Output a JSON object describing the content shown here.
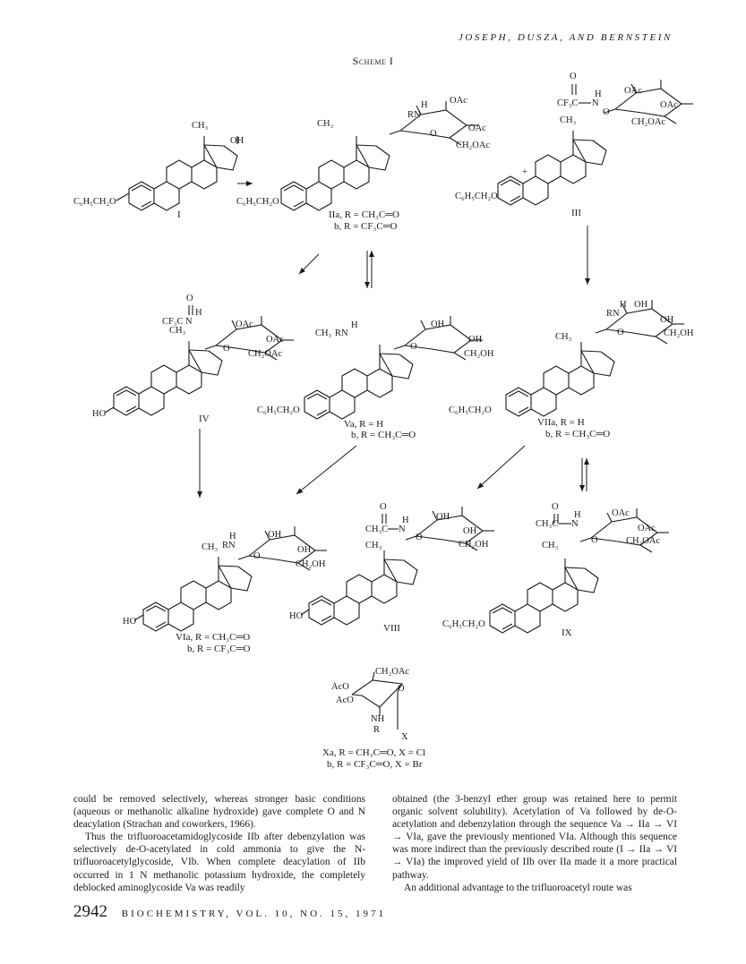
{
  "header": {
    "running_head": "JOSEPH, DUSZA, AND BERNSTEIN"
  },
  "scheme": {
    "title": "Scheme I",
    "compounds": {
      "I": "I",
      "IIa": "IIa, R = CH₃C═O",
      "IIb": "b, R = CF₃C═O",
      "III": "III",
      "IV": "IV",
      "Va": "Va, R = H",
      "Vb": "b, R = CH₃C═O",
      "VIIa": "VIIa, R = H",
      "VIIb": "b, R = CH₃C═O",
      "VIa": "VIa, R = CH₃C═O",
      "VIb": "b, R = CF₃C═O",
      "VIII": "VIII",
      "IX": "IX",
      "Xa": "Xa, R = CH₃C═O, X = Cl",
      "Xb": "b, R = CF₃C═O, X = Br"
    },
    "groups": {
      "bnO": "C₆H₅CH₂O",
      "ho": "HO",
      "ch3": "CH₃",
      "oh": "OH",
      "oac": "OAc",
      "aco": "AcO",
      "ch2oac": "CH₂OAc",
      "ch2oh": "CH₂OH",
      "o": "O",
      "h": "H",
      "n": "N",
      "nh": "NH",
      "r": "R",
      "rn": "RN",
      "x": "X",
      "cf3c": "CF₃C",
      "ch3c": "CH₃C",
      "plus": "+"
    }
  },
  "body": {
    "left": [
      "could be removed selectively, whereas stronger basic conditions (aqueous or methanolic alkaline hydroxide) gave complete O and N deacylation (Strachan and coworkers, 1966).",
      "Thus the trifluoroacetamidoglycoside IIb after debenzylation was selectively de-O-acetylated in cold ammonia to give the N-trifluoroacetylglycoside, VIb. When complete deacylation of IIb occurred in 1 N methanolic potassium hydroxide, the completely deblocked aminoglycoside Va was readily"
    ],
    "right": [
      "obtained (the 3-benzyl ether group was retained here to permit organic solvent solubility). Acetylation of Va followed by de-O-acetylation and debenzylation through the sequence Va → IIa → VI → VIa, gave the previously mentioned VIa. Although this sequence was more indirect than the previously described route (I → IIa → VI → VIa) the improved yield of IIb over IIa made it a more practical pathway.",
      "An additional advantage to the trifluoroacetyl route was"
    ]
  },
  "footer": {
    "page_number": "2942",
    "journal": "BIOCHEMISTRY, VOL. 10, NO. 15, 1971"
  }
}
